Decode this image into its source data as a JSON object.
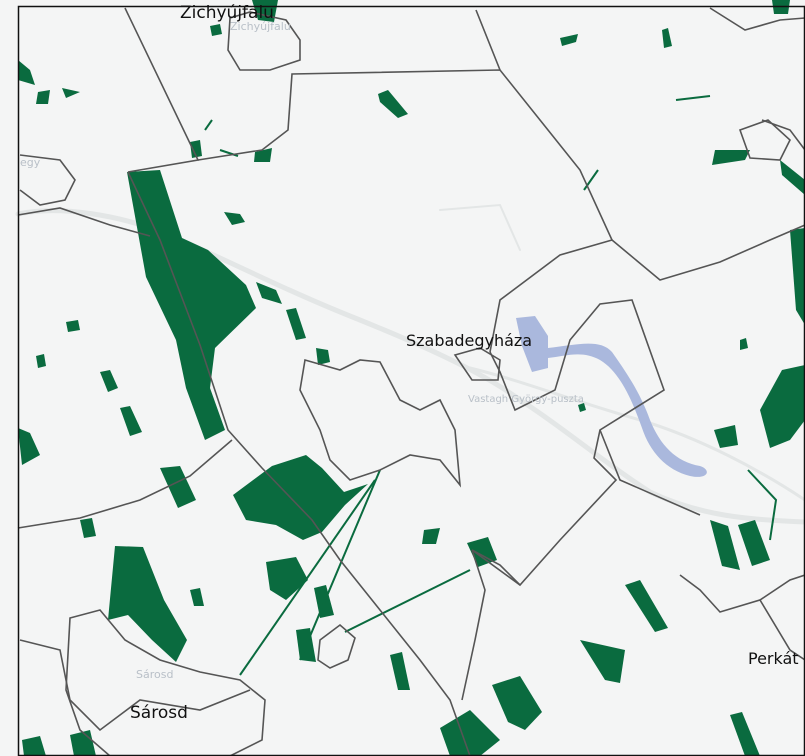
{
  "map": {
    "labels": {
      "top": "Zichyújfalu",
      "top_ghost": "Zichyújfalu",
      "center": "Szabadegyháza",
      "minor_center": "Vastagh György-puszta",
      "left_minor": "egy",
      "right": "Perkát",
      "bottom_left": "Sárosd",
      "bottom_left_ghost": "Sárosd"
    },
    "colors": {
      "background": "#f4f5f5",
      "forest": "#0a6b3f",
      "water": "#aab8dd",
      "road": "#e3e6e6",
      "border": "#555555",
      "frame": "#111111"
    }
  }
}
